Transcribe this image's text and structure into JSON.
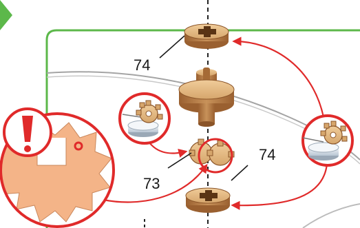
{
  "labels": {
    "part_top": "74",
    "part_middle": "73",
    "part_bottom": "74"
  },
  "colors": {
    "frame": "#5cb84a",
    "arrow": "#e02a2a",
    "wood_light": "#e8c08c",
    "wood_dark": "#b27a48",
    "wood_edge": "#8a5428",
    "warning": "#e02a2a",
    "detail_fill": "#f4b488",
    "track": "#9a9a9a",
    "cup": "#dfe6ee"
  },
  "icons": {
    "warning": "exclamation-icon",
    "corner_marker": "green-triangle-icon"
  }
}
